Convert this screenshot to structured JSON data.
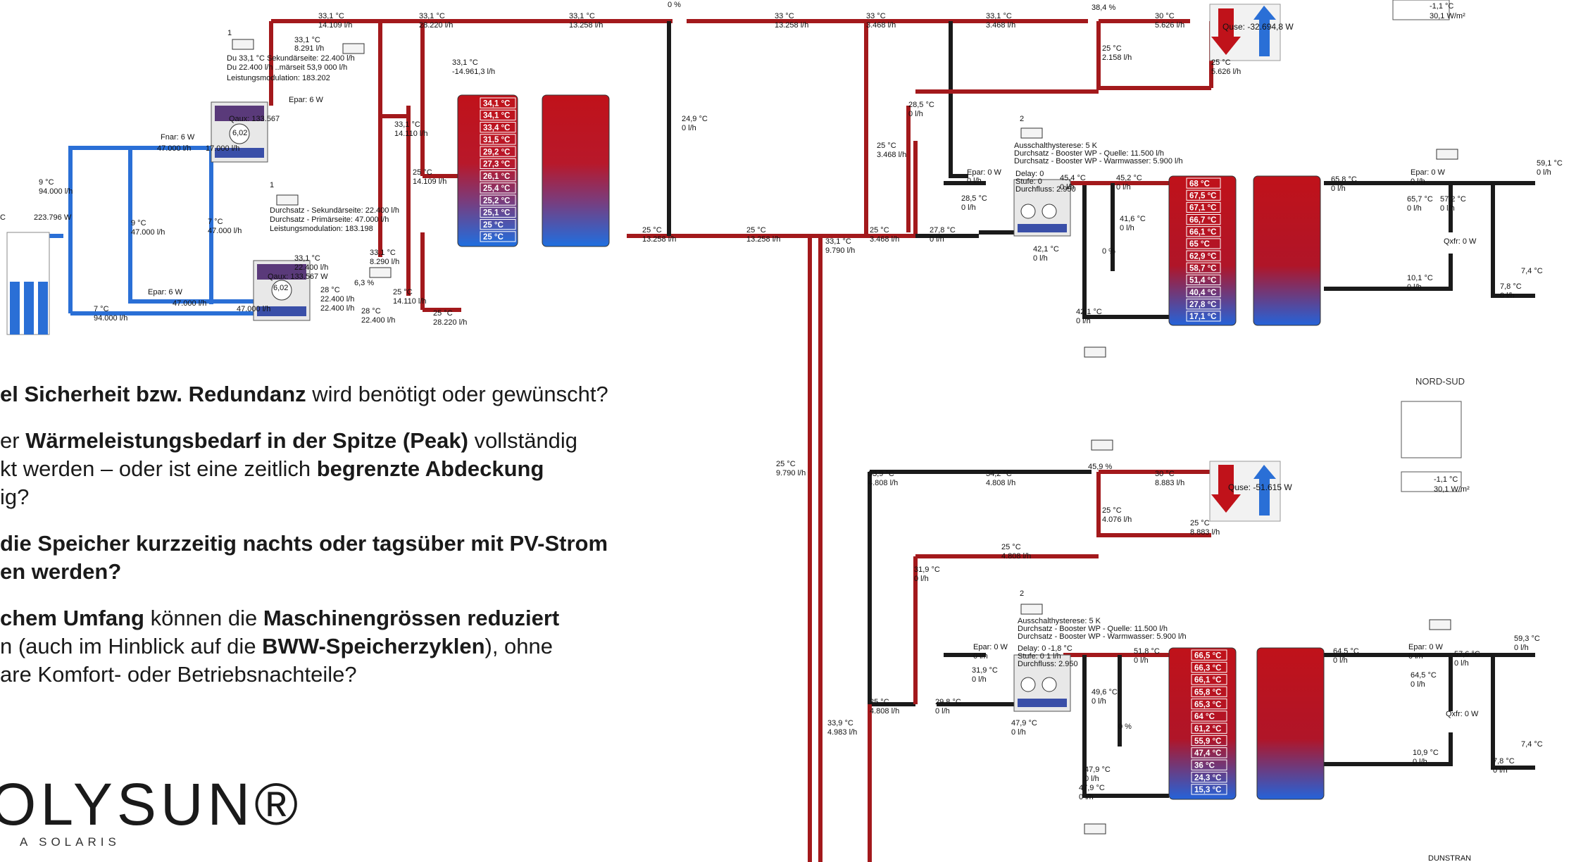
{
  "left_system": {
    "pipe_labels": [
      "33,1 °C\n14.109 l/h",
      "33,1 °C\n28.220 l/h",
      "33,1 °C\n13.258 l/h",
      "33,1 °C\n-14.961,3 l/h",
      "33,1 °C\n14.110 l/h",
      "25 °C\n14.109 l/h",
      "9 °C\n94.000 l/h",
      "9 °C\n47.000 l/h",
      "7 °C\n47.000 l/h",
      "7 °C\n94.000 l/h",
      "223.796 W",
      "25 °C\n28.220 l/h",
      "25 °C\n13.258 l/h",
      "24,9 °C\n0 l/h"
    ],
    "hp1": {
      "number": "1",
      "lines": [
        "33,1 °C",
        "8.291 l/h",
        "Du 33,1 °C  Sekundärseite: 22.400 l/h",
        "Du 22.400 l/h  ..märseit 53,9 000 l/h",
        "Leistungsmodulation: 183.202"
      ],
      "epar": "Epar: 6 W",
      "qaux": "Qaux: 133.567",
      "cop": "6,02",
      "fnar": "Fnar: 6 W"
    },
    "hp2": {
      "number": "1",
      "lines": [
        "Durchsatz - Sekundärseite: 22.400 l/h",
        "Durchsatz - Primärseite: 47.000 l/h",
        "Leistungsmodulation: 183.198"
      ],
      "qaux": "Qaux: 133.567 W",
      "cop": "6,02",
      "epar": "Epar: 6 W"
    },
    "tank_temps": [
      "34,1 °C",
      "34,1 °C",
      "33,4 °C",
      "31,5 °C",
      "29,2 °C",
      "27,3 °C",
      "26,1 °C",
      "25,4 °C",
      "25,2 °C",
      "25,1 °C",
      "25 °C",
      "25 °C"
    ]
  },
  "top_right": {
    "valve_pct": "38,4 %",
    "valve0_pct": "0 %",
    "labels": [
      "33 °C\n13.258 l/h",
      "33 °C\n3.468 l/h",
      "33,1 °C\n3.468 l/h",
      "30 °C\n5.626 l/h",
      "25 °C\n2.158 l/h",
      "25 °C\n5.626 l/h",
      "28,5 °C\n0 l/h",
      "25 °C\n3.468 l/h",
      "25 °C\n13.258 l/h",
      "25 °C\n3.468 l/h",
      "27,8 °C\n0 l/h",
      "33,1 °C\n9.790 l/h"
    ],
    "qbox": "Quse: -32.694,8 W",
    "bldg_temp": "-1,1 °C",
    "bldg_val": "30,1 W/m²",
    "hp_info": [
      "Ausschalthysterese: 5 K",
      "Durchsatz - Booster WP - Quelle: 11.500 l/h",
      "Durchsatz - Booster WP - Warmwasser: 5.900 l/h"
    ],
    "hp_small": [
      "Delay: 0",
      "Stufe: 0",
      "Durchfluss: 2.950"
    ],
    "hp_num": "2",
    "epar": "Epar: 0 W",
    "epar_sub": "0 l/h",
    "tank_temps": [
      "68 °C",
      "67,5 °C",
      "67,1 °C",
      "66,7 °C",
      "66,1 °C",
      "65 °C",
      "62,9 °C",
      "58,7 °C",
      "51,4 °C",
      "40,4 °C",
      "27,8 °C",
      "17,1 °C"
    ],
    "misc": [
      "28,5 °C\n0 l/h",
      "45,4 °C\n0 l/h",
      "45,2 °C\n0 l/h",
      "41,6 °C\n0 l/h",
      "42,1 °C\n0 l/h",
      "42,1 °C\n0 l/h",
      "65,8 °C\n0 l/h",
      "Epar: 0 W\n0 l/h",
      "65,7 °C\n0 l/h",
      "57,2 °C\n0 l/h",
      "Qxfr: 0 W",
      "10,1 °C\n0 l/h",
      "59,1 °C\n0 l/h",
      "7,4 °C",
      "7,8 °C\n0 l/h",
      "0 %"
    ]
  },
  "bottom_right": {
    "valve_pct": "45,9 %",
    "labels": [
      "25 °C\n9.790 l/h",
      "33,9 °C\n4.808 l/h",
      "34,2 °C\n4.808 l/h",
      "30 °C\n8.883 l/h",
      "25 °C\n4.076 l/h",
      "25 °C\n8.883 l/h",
      "25 °C\n4.808 l/h",
      "31,9 °C\n0 l/h",
      "25 °C\n4.808 l/h",
      "29,8 °C\n0 l/h",
      "33,9 °C\n4.983 l/h"
    ],
    "qbox": "Quse: -51.615 W",
    "bldg_name": "NORD-SUD",
    "bldg_temp": "-1,1 °C",
    "bldg_val": "30,1 W/m²",
    "hp_info": [
      "Ausschalthysterese: 5 K",
      "Durchsatz - Booster WP - Quelle: 11.500 l/h",
      "Durchsatz - Booster WP - Warmwasser: 5.900 l/h"
    ],
    "hp_small": [
      "Delay: 0   -1,8 °C",
      "Stufe: 0   1 l/h",
      "Durchfluss: 2.950"
    ],
    "hp_num": "2",
    "tank_temps": [
      "66,5 °C",
      "66,3 °C",
      "66,1 °C",
      "65,8 °C",
      "65,3 °C",
      "64 °C",
      "61,2 °C",
      "55,9 °C",
      "47,4 °C",
      "36 °C",
      "24,3 °C",
      "15,3 °C"
    ],
    "misc": [
      "Epar: 0 W\n0 l/h",
      "31,9 °C\n0 l/h",
      "51,8 °C\n0 l/h",
      "49,6 °C\n0 l/h",
      "47,9 °C\n0 l/h",
      "47,9 °C\n0 l/h",
      "47,9 °C\n0 l/h",
      "64,5 °C\n0 l/h",
      "Epar: 0 W\n0 l/h",
      "64,5 °C\n0 l/h",
      "57,6 °C\n0 l/h",
      "Qxfr: 0 W",
      "10,9 °C\n0 l/h",
      "59,3 °C\n0 l/h",
      "7,4 °C",
      "7,8 °C\n0 l/h",
      "0 %"
    ],
    "footer_label": "DUNSTRAN"
  },
  "questions": [
    {
      "parts": [
        {
          "b": true,
          "t": "el Sicherheit bzw. Redundanz"
        },
        {
          "b": false,
          "t": " wird benötigt oder gewünscht?"
        }
      ]
    },
    {
      "parts": [
        {
          "b": false,
          "t": "er "
        },
        {
          "b": true,
          "t": "Wärmeleistungsbedarf in der Spitze (Peak)"
        },
        {
          "b": false,
          "t": " vollständig"
        }
      ]
    },
    {
      "parts": [
        {
          "b": false,
          "t": "kt werden – oder ist eine zeitlich "
        },
        {
          "b": true,
          "t": "begrenzte Abdeckung"
        }
      ]
    },
    {
      "parts": [
        {
          "b": false,
          "t": "ig?"
        }
      ]
    },
    {
      "parts": [
        {
          "b": true,
          "t": " die Speicher kurzzeitig nachts oder tagsüber mit PV-Strom"
        }
      ]
    },
    {
      "parts": [
        {
          "b": true,
          "t": "en werden?"
        }
      ]
    },
    {
      "parts": [
        {
          "b": true,
          "t": "chem Umfang"
        },
        {
          "b": false,
          "t": " können die "
        },
        {
          "b": true,
          "t": "Maschinengrössen reduziert"
        }
      ]
    },
    {
      "parts": [
        {
          "b": false,
          "t": "n (auch im Hinblick auf die "
        },
        {
          "b": true,
          "t": "BWW-Speicherzyklen"
        },
        {
          "b": false,
          "t": "), ohne"
        }
      ]
    },
    {
      "parts": [
        {
          "b": false,
          "t": "are Komfort- oder Betriebsnachteile?"
        }
      ]
    }
  ],
  "logo": {
    "word": "OLYSUN®",
    "sub": "A SOLARIS"
  },
  "colors": {
    "hot": "#a3191c",
    "cold": "#2a6fd6",
    "tank_hot": "#c0121a",
    "tank_cold": "#1f6fe0",
    "return": "#1a1a1a"
  }
}
